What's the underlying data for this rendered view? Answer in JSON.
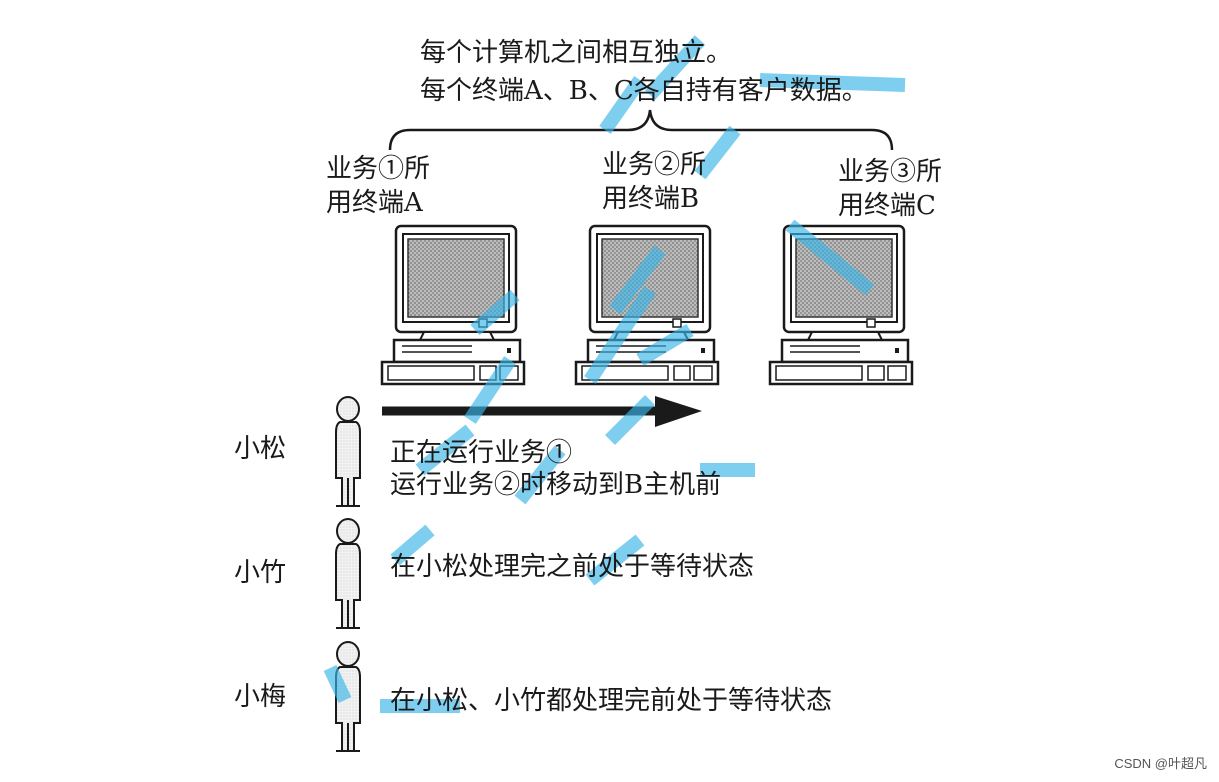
{
  "header": {
    "line1": "每个计算机之间相互独立。",
    "line2": "每个终端A、B、C各自持有客户数据。"
  },
  "terminals": [
    {
      "line1": "业务①所",
      "line2": "用终端A"
    },
    {
      "line1": "业务②所",
      "line2": "用终端B"
    },
    {
      "line1": "业务③所",
      "line2": "用终端C"
    }
  ],
  "people": [
    {
      "name": "小松",
      "desc1": "正在运行业务①",
      "desc2": "运行业务②时移动到B主机前"
    },
    {
      "name": "小竹",
      "desc1": "在小松处理完之前处于等待状态"
    },
    {
      "name": "小梅",
      "desc1": "在小松、小竹都处理完前处于等待状态"
    }
  ],
  "watermark": "CSDN @叶超凡",
  "colors": {
    "ink": "#1a1a1a",
    "screen": "#9a9a9a",
    "overlay": "#39b4e6"
  }
}
